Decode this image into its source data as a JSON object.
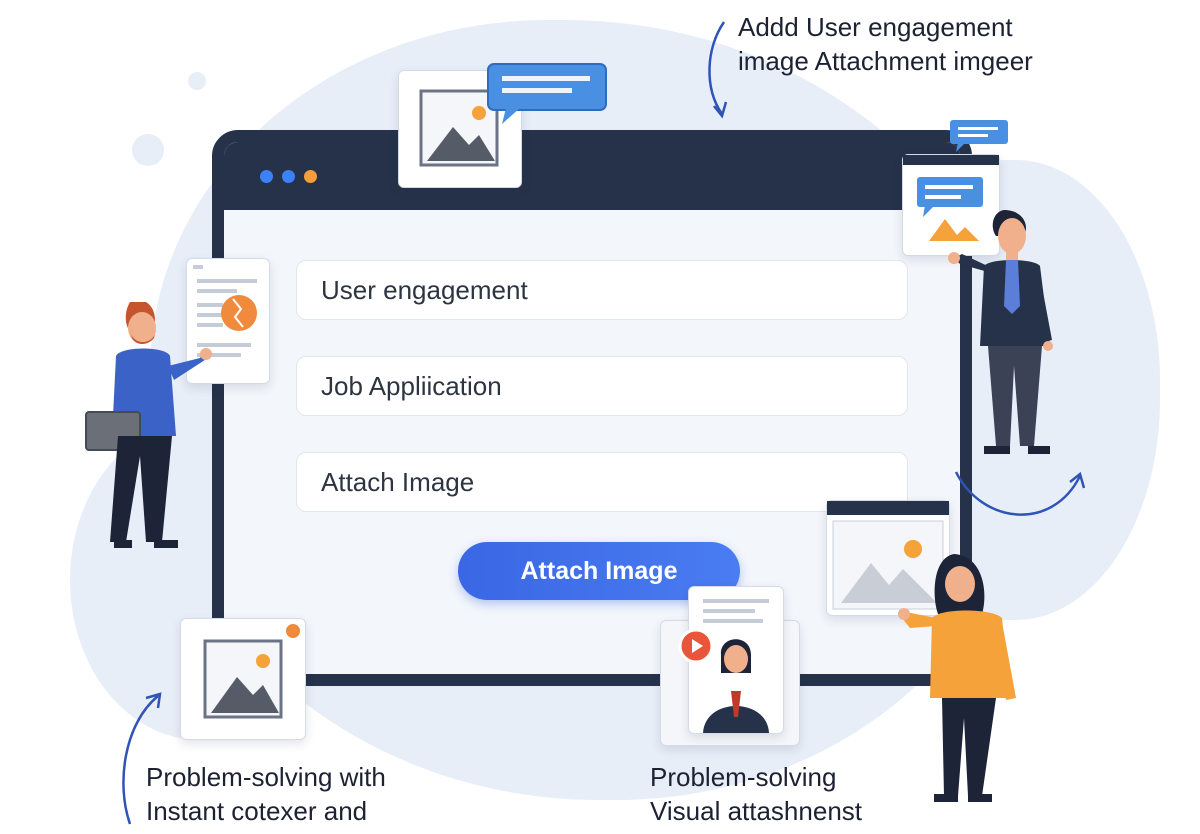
{
  "annotations": {
    "top_right_line1": "Addd User engagement",
    "top_right_line2": "image Attachment imgeer",
    "bottom_left_line1": "Problem-solving with",
    "bottom_left_line2": "Instant cotexer and",
    "bottom_center_line1": "Problem-solving",
    "bottom_center_line2": "Visual attashnenst"
  },
  "form": {
    "field1": "User engagement",
    "field2": "Job Appliication",
    "field3": "Attach Image",
    "button_label": "Attach Image"
  },
  "colors": {
    "window_frame": "#26324a",
    "accent_blue": "#3a67e4",
    "dot_blue": "#3b82f6",
    "dot_orange": "#f59e3b",
    "orange": "#f5a23a"
  },
  "icons": [
    "image-icon",
    "chat-bubble-icon",
    "document-icon",
    "profile-card-icon",
    "play-icon",
    "arrow-icon"
  ]
}
